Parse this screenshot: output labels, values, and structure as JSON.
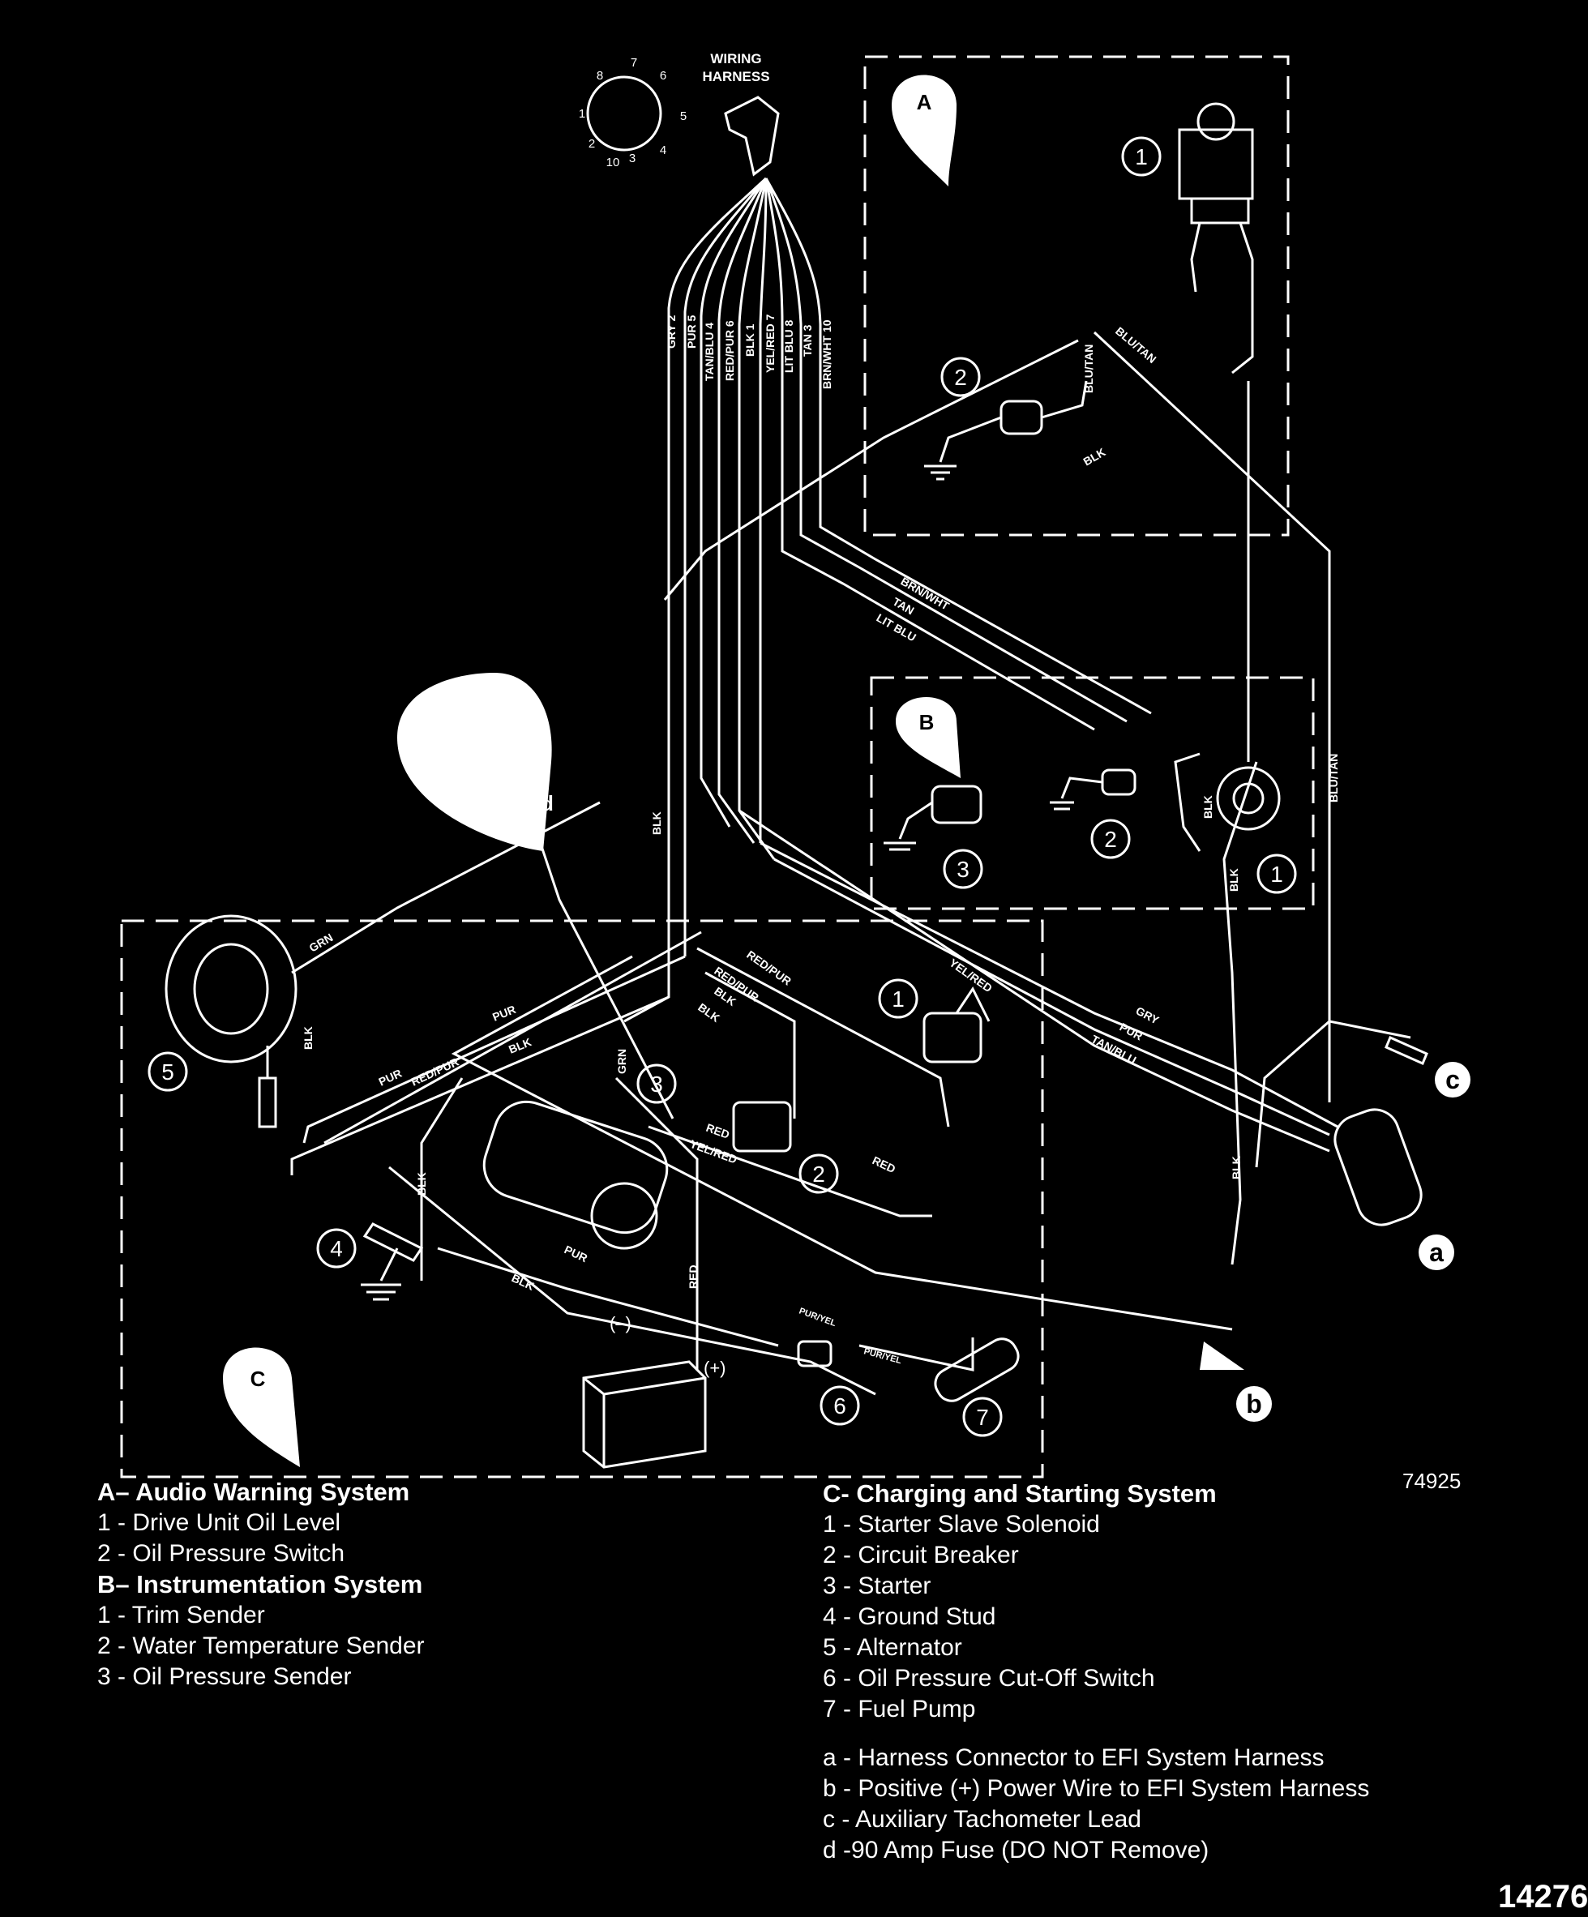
{
  "harness": {
    "title_line1": "WIRING",
    "title_line2": "HARNESS",
    "pins": [
      "1",
      "2",
      "3",
      "4",
      "5",
      "6",
      "7",
      "8",
      "10"
    ]
  },
  "harness_wires": [
    "GRY 2",
    "PUR 5",
    "TAN/BLU 4",
    "RED/PUR 6",
    "BLK 1",
    "YEL/RED 7",
    "LIT BLU 8",
    "TAN 3",
    "BRN/WHT 10"
  ],
  "wire_labels": {
    "blu_tan": "BLU/TAN",
    "blk": "BLK",
    "brn_wht": "BRN/WHT",
    "tan": "TAN",
    "lit_blu": "LIT BLU",
    "grn": "GRN",
    "pur": "PUR",
    "red_pur": "RED/PUR",
    "red": "RED",
    "yel_red": "YEL/RED",
    "gry": "GRY",
    "tan_blu": "TAN/BLU",
    "pur_yel": "PUR/YEL"
  },
  "battery": {
    "neg": "(–)",
    "pos": "(+)"
  },
  "callouts": [
    "1",
    "2",
    "3",
    "4",
    "5",
    "6",
    "7"
  ],
  "letter_refs": [
    "a",
    "b",
    "c"
  ],
  "section_marks": [
    "A",
    "B",
    "C",
    "d"
  ],
  "ref_number": "74925",
  "corner_number": "14276",
  "legend_left": [
    {
      "text": "A– Audio Warning System",
      "header": true
    },
    {
      "text": "1 - Drive Unit Oil Level"
    },
    {
      "text": "2 - Oil Pressure Switch"
    },
    {
      "text": "B– Instrumentation System",
      "header": true
    },
    {
      "text": "1 - Trim Sender"
    },
    {
      "text": "2 - Water Temperature Sender"
    },
    {
      "text": "3 - Oil Pressure Sender"
    }
  ],
  "legend_right": [
    {
      "text": "C- Charging and Starting System",
      "header": true
    },
    {
      "text": "1 - Starter Slave Solenoid"
    },
    {
      "text": "2 - Circuit Breaker"
    },
    {
      "text": "3 - Starter"
    },
    {
      "text": "4 - Ground Stud"
    },
    {
      "text": "5 - Alternator"
    },
    {
      "text": "6 - Oil Pressure Cut-Off Switch"
    },
    {
      "text": "7 - Fuel Pump"
    }
  ],
  "legend_notes": [
    {
      "text": "a - Harness Connector to EFI System Harness"
    },
    {
      "text": "b - Positive (+) Power Wire to EFI System Harness"
    },
    {
      "text": "c - Auxiliary Tachometer Lead"
    },
    {
      "text": "d -90 Amp Fuse (DO NOT Remove)"
    }
  ]
}
